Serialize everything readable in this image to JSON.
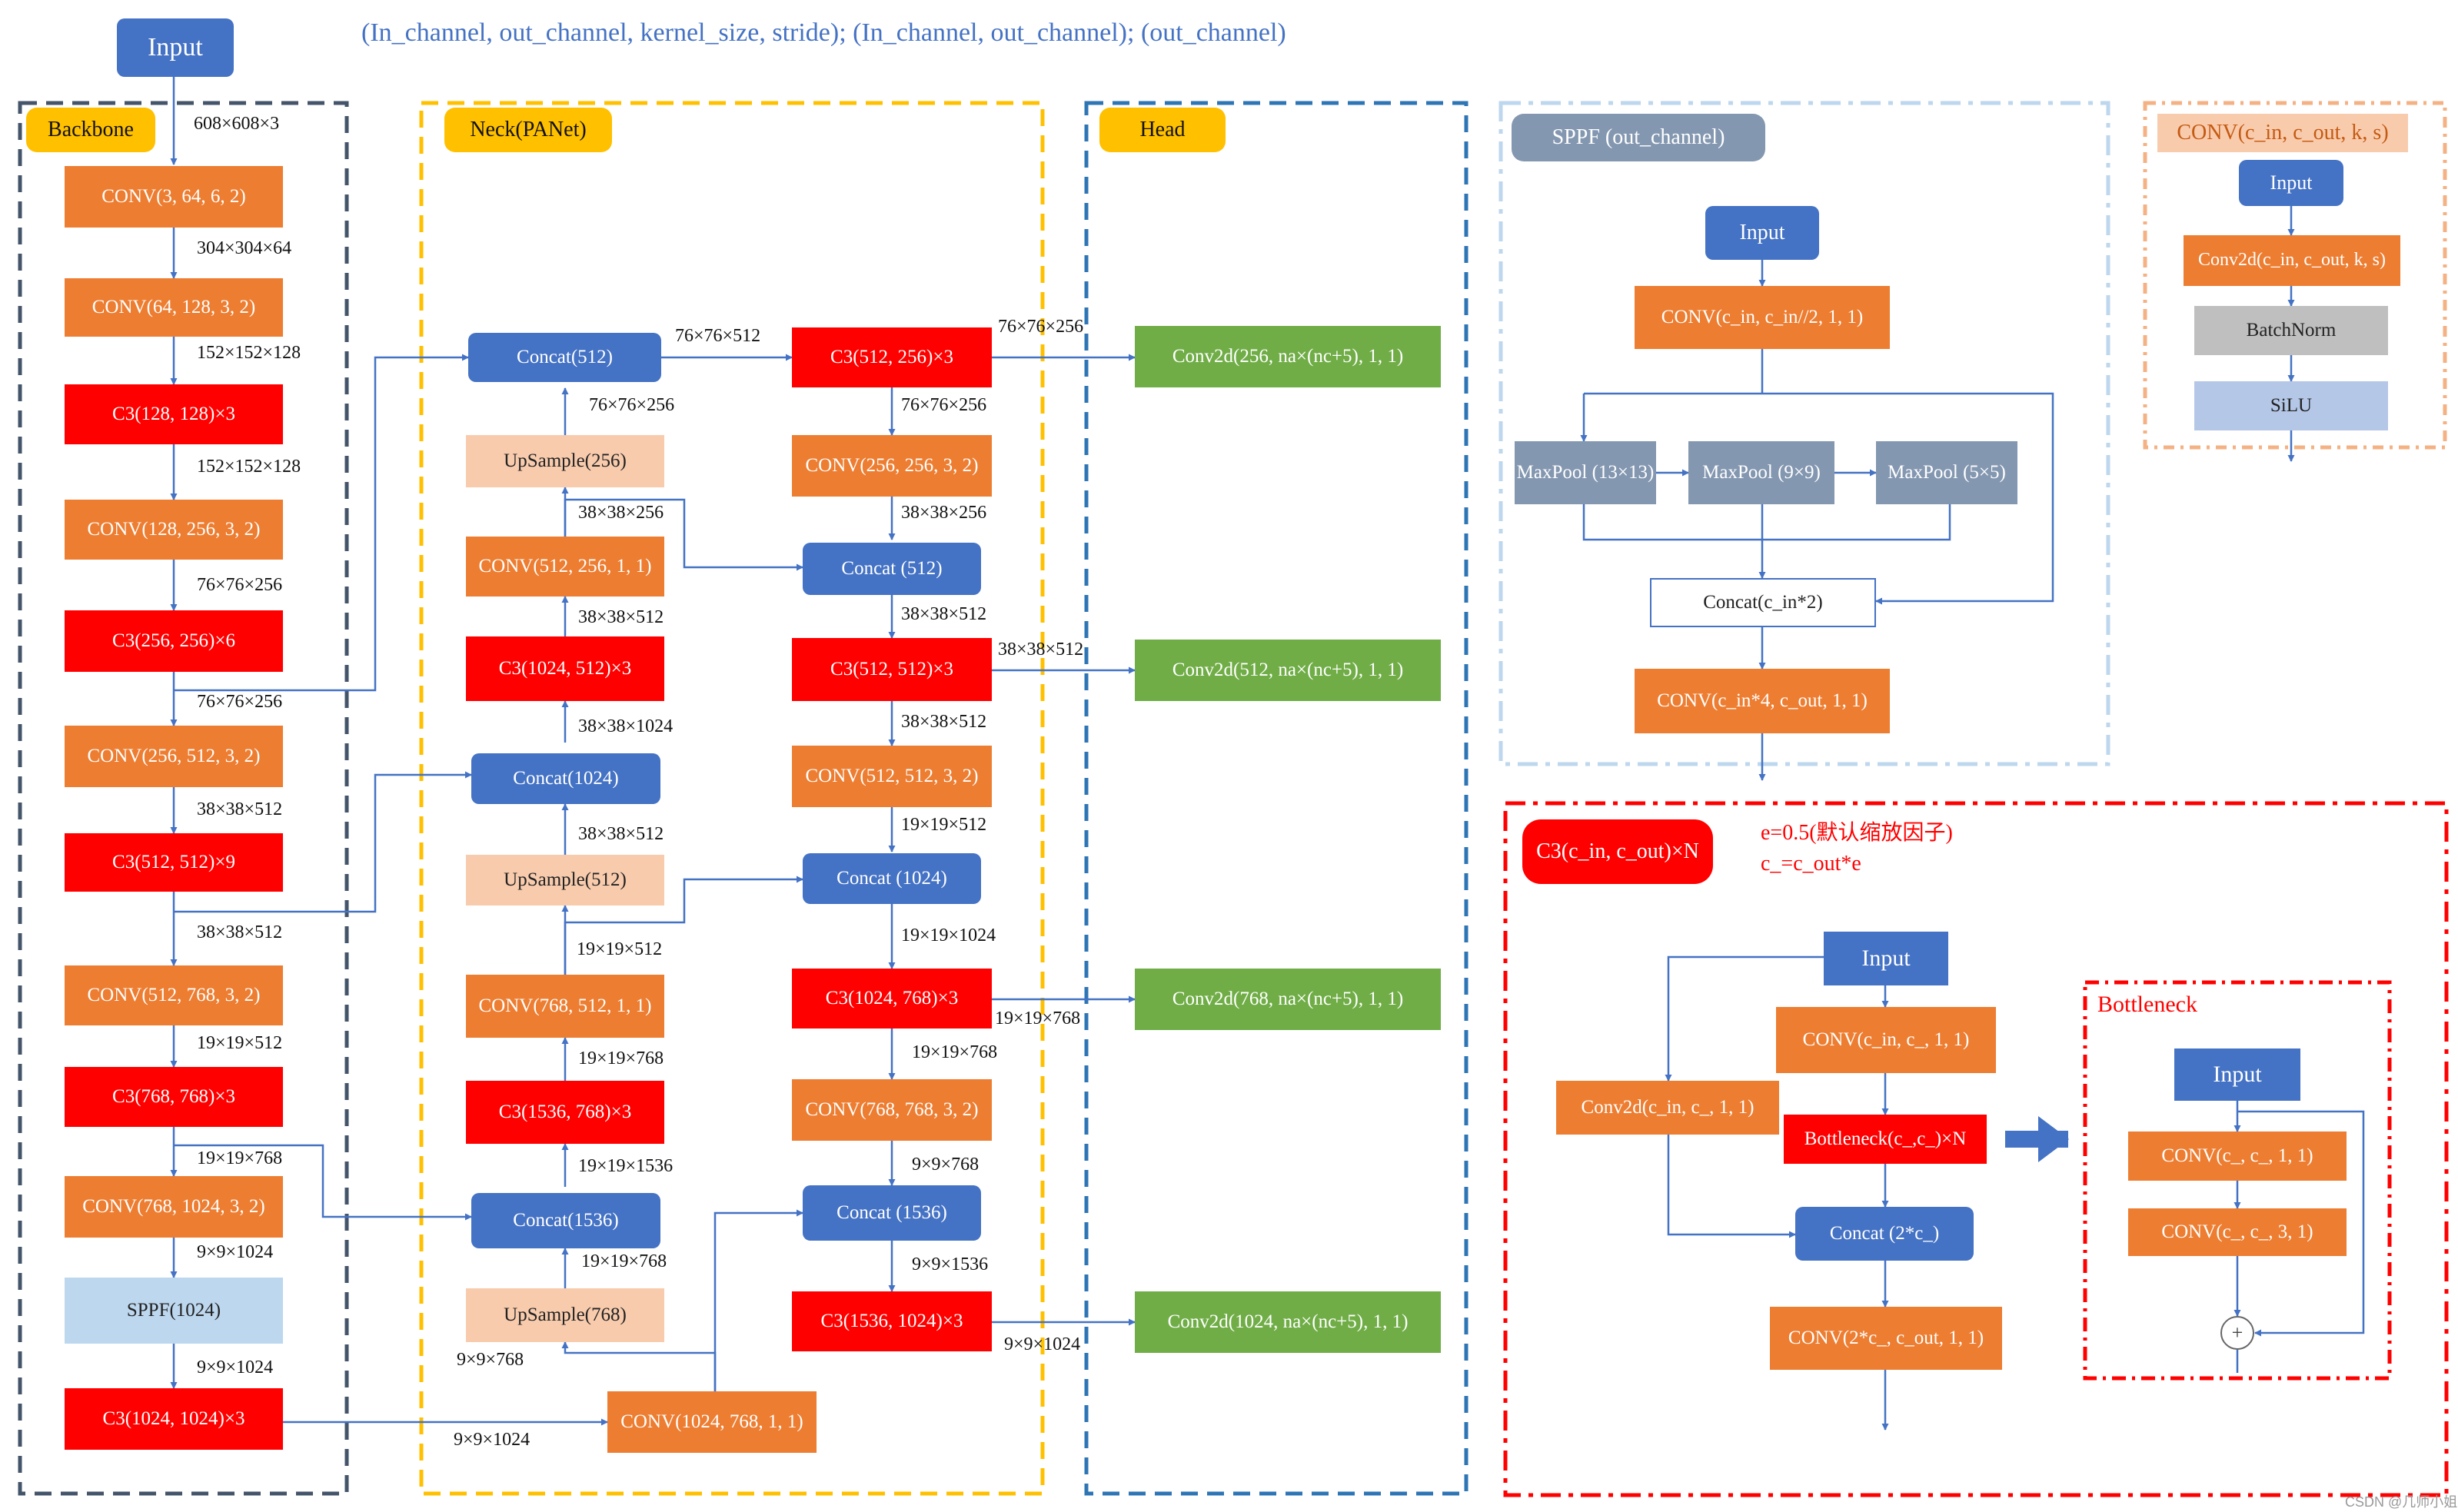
{
  "params_legend": "(In_channel, out_channel, kernel_size, stride); (In_channel, out_channel); (out_channel)",
  "input_label": "Input",
  "sections": {
    "backbone": "Backbone",
    "neck": "Neck(PANet)",
    "head": "Head",
    "sppf": "SPPF (out_channel)",
    "conv": "CONV(c_in, c_out, k, s)",
    "c3": "C3(c_in, c_out)×N",
    "bottleneck": "Bottleneck"
  },
  "backbone": {
    "nodes": [
      "CONV(3, 64, 6, 2)",
      "CONV(64, 128, 3, 2)",
      "C3(128, 128)×3",
      "CONV(128, 256, 3, 2)",
      "C3(256, 256)×6",
      "CONV(256, 512, 3, 2)",
      "C3(512, 512)×9",
      "CONV(512, 768, 3, 2)",
      "C3(768, 768)×3",
      "CONV(768, 1024, 3, 2)",
      "SPPF(1024)",
      "C3(1024, 1024)×3"
    ],
    "labels": [
      "608×608×3",
      "304×304×64",
      "152×152×128",
      "152×152×128",
      "76×76×256",
      "76×76×256",
      "38×38×512",
      "38×38×512",
      "19×19×512",
      "19×19×768",
      "9×9×1024",
      "9×9×1024"
    ]
  },
  "neck": {
    "nodes": [
      "Concat(512)",
      "UpSample(256)",
      "CONV(512, 256, 1, 1)",
      "C3(1024, 512)×3",
      "Concat(1024)",
      "UpSample(512)",
      "CONV(768, 512, 1, 1)",
      "C3(1536, 768)×3",
      "Concat(1536)",
      "UpSample(768)",
      "CONV(1024, 768, 1, 1)",
      "C3(512, 256)×3",
      "CONV(256, 256, 3, 2)",
      "Concat (512)",
      "C3(512, 512)×3",
      "CONV(512, 512, 3, 2)",
      "Concat (1024)",
      "C3(1024, 768)×3",
      "CONV(768, 768, 3, 2)",
      "Concat (1536)",
      "C3(1536, 1024)×3"
    ],
    "labels": [
      "76×76×512",
      "76×76×256",
      "38×38×256",
      "38×38×512",
      "38×38×1024",
      "38×38×512",
      "19×19×512",
      "19×19×768",
      "19×19×1536",
      "19×19×768",
      "9×9×768",
      "9×9×1024",
      "76×76×256",
      "38×38×256",
      "38×38×512",
      "38×38×512",
      "19×19×512",
      "19×19×1024",
      "19×19×768",
      "9×9×768",
      "9×9×1536",
      "76×76×256",
      "38×38×512",
      "19×19×768",
      "9×9×1024"
    ]
  },
  "head": {
    "nodes": [
      "Conv2d(256, na×(nc+5), 1, 1)",
      "Conv2d(512, na×(nc+5), 1, 1)",
      "Conv2d(768, na×(nc+5), 1, 1)",
      "Conv2d(1024, na×(nc+5), 1, 1)"
    ]
  },
  "sppf": {
    "nodes": [
      "CONV(c_in, c_in//2, 1, 1)",
      "MaxPool (13×13)",
      "MaxPool (9×9)",
      "MaxPool (5×5)",
      "Concat(c_in*2)",
      "CONV(c_in*4, c_out, 1, 1)"
    ]
  },
  "conv_block": {
    "nodes": [
      "Conv2d(c_in, c_out, k, s)",
      "BatchNorm",
      "SiLU"
    ]
  },
  "c3": {
    "note1": "e=0.5(默认缩放因子)",
    "note2": "c_=c_out*e",
    "nodes": [
      "CONV(c_in, c_, 1, 1)",
      "Conv2d(c_in, c_, 1, 1)",
      "Bottleneck(c_,c_)×N",
      "Concat (2*c_)",
      "CONV(2*c_, c_out, 1, 1)"
    ]
  },
  "bottleneck": {
    "nodes": [
      "CONV(c_, c_, 1, 1)",
      "CONV(c_, c_, 3, 1)"
    ],
    "sum": "+"
  },
  "watermark": "CSDN @几师小姐",
  "colors": {
    "input": "#4472C4",
    "conv": "#ED7D31",
    "c3": "#FF0000",
    "head": "#70AD47",
    "upsample": "#F8CBAD",
    "sppf": "#BDD7EE",
    "tag": "#FFC000"
  }
}
